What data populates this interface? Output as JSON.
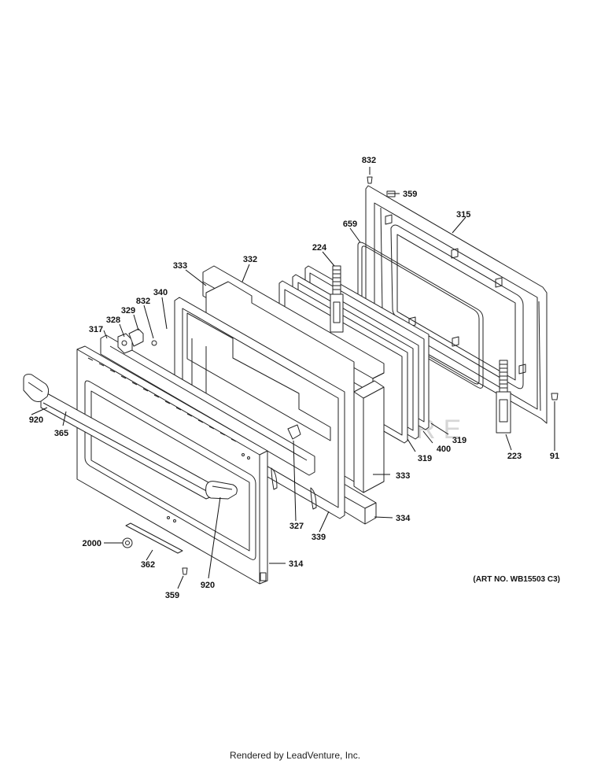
{
  "watermark": "LEADVENTURE",
  "art_number": "(ART NO. WB15503 C3)",
  "footer": "Rendered by LeadVenture, Inc.",
  "callouts": [
    {
      "id": "c832a",
      "label": "832"
    },
    {
      "id": "c359a",
      "label": "359"
    },
    {
      "id": "c315",
      "label": "315"
    },
    {
      "id": "c659",
      "label": "659"
    },
    {
      "id": "c224",
      "label": "224"
    },
    {
      "id": "c333a",
      "label": "333"
    },
    {
      "id": "c332",
      "label": "332"
    },
    {
      "id": "c340",
      "label": "340"
    },
    {
      "id": "c832b",
      "label": "832"
    },
    {
      "id": "c329",
      "label": "329"
    },
    {
      "id": "c328",
      "label": "328"
    },
    {
      "id": "c317",
      "label": "317"
    },
    {
      "id": "c920a",
      "label": "920"
    },
    {
      "id": "c365",
      "label": "365"
    },
    {
      "id": "c319a",
      "label": "319"
    },
    {
      "id": "c400",
      "label": "400"
    },
    {
      "id": "c319b",
      "label": "319"
    },
    {
      "id": "c223",
      "label": "223"
    },
    {
      "id": "c91",
      "label": "91"
    },
    {
      "id": "c333b",
      "label": "333"
    },
    {
      "id": "c334",
      "label": "334"
    },
    {
      "id": "c327",
      "label": "327"
    },
    {
      "id": "c339",
      "label": "339"
    },
    {
      "id": "c2000",
      "label": "2000"
    },
    {
      "id": "c362",
      "label": "362"
    },
    {
      "id": "c314",
      "label": "314"
    },
    {
      "id": "c920b",
      "label": "920"
    },
    {
      "id": "c359b",
      "label": "359"
    }
  ]
}
